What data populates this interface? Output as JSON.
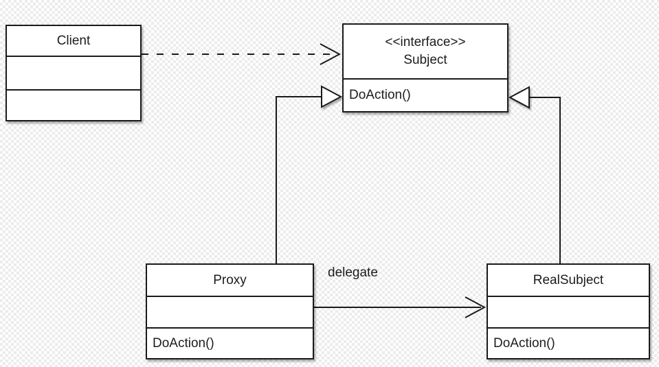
{
  "diagram": {
    "classes": {
      "client": {
        "name": "Client"
      },
      "subject": {
        "stereotype": "<<interface>>",
        "name": "Subject",
        "method": "DoAction()"
      },
      "proxy": {
        "name": "Proxy",
        "method": "DoAction()"
      },
      "realsubject": {
        "name": "RealSubject",
        "method": "DoAction()"
      }
    },
    "connectors": {
      "delegate_label": "delegate"
    },
    "colors": {
      "stroke": "#1a1a1a",
      "box_fill": "#ffffff",
      "checker": "#ececec",
      "shadow": "rgba(0,0,0,0.3)"
    }
  }
}
